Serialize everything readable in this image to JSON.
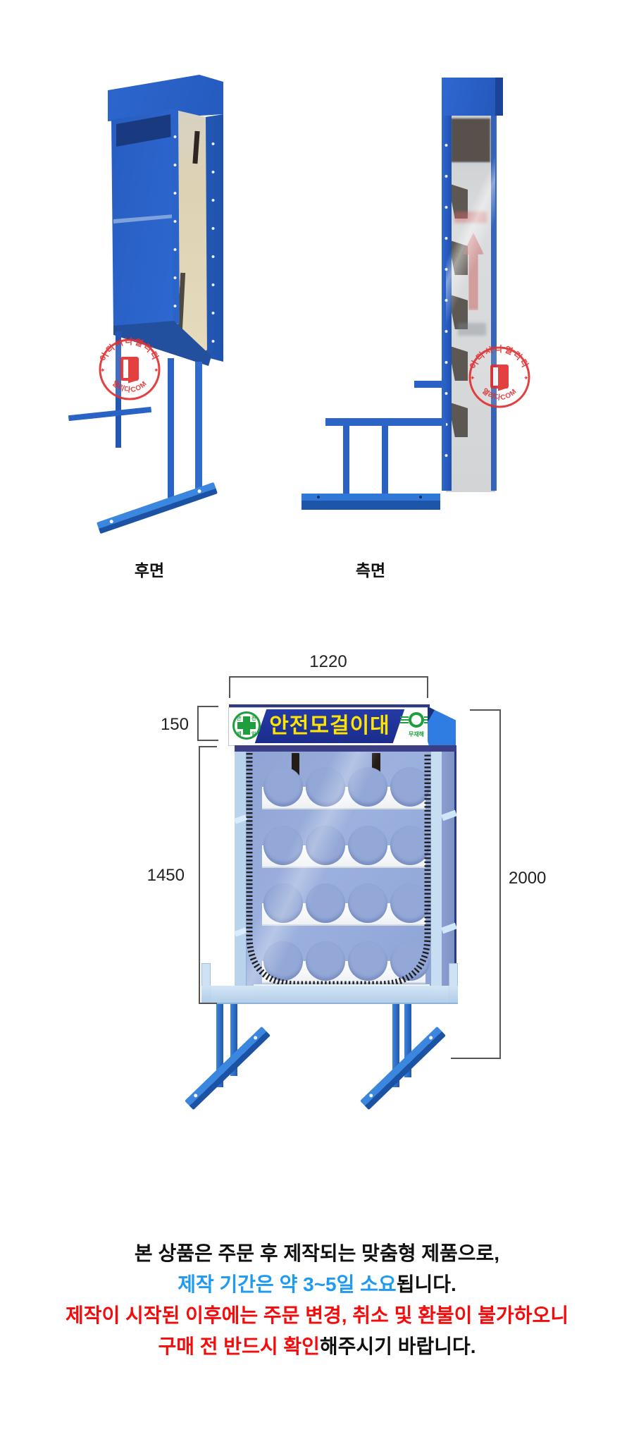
{
  "photos": {
    "rear_label": "후면",
    "side_label": "측면"
  },
  "stamp": {
    "arc_top": "어디서나열리다",
    "arc_bottom": "열리다COM",
    "star": "✦",
    "color": "#e23030"
  },
  "diagram": {
    "dim_width": "1220",
    "dim_header": "150",
    "dim_body": "1450",
    "dim_total": "2000",
    "title": "안전모걸이대",
    "logo_left_chars": [
      "안",
      "전",
      "제",
      "일"
    ],
    "logo_right": "무재해",
    "colors": {
      "banner": "#1e2f96",
      "title_text": "#ffe400",
      "body": "#94a9d8",
      "frame": "#bdd6ee",
      "leg_blue": "#2f74d0",
      "green": "#1f9e3e"
    }
  },
  "notice": {
    "line1": "본 상품은 주문 후 제작되는 맞춤형 제품으로,",
    "line2_em": "제작 기간은 약 3~5일 소요",
    "line2_rest": "됩니다.",
    "line3": "제작이 시작된 이후에는 주문 변경, 취소 및 환불이 불가하오니",
    "line4_em": "구매 전 반드시 확인",
    "line4_rest": "해주시기 바랍니다.",
    "em_blue": "#1e9af2",
    "em_red": "#f40b0b"
  }
}
